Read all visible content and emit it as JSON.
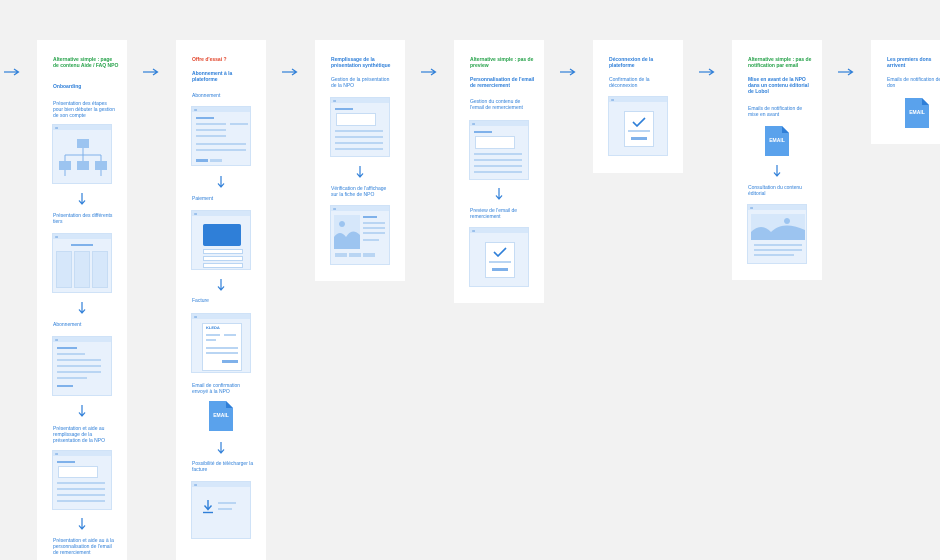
{
  "columns": [
    {
      "alt_title": "Alternative simple : page de contenu Aide / FAQ NPO",
      "heading": "Onboarding",
      "steps": [
        "Présentation des étapes pour bien débuter la gestion de son compte",
        "Présentation des différents tiers",
        "Abonnement",
        "Présentation et aide au remplissage de la présentation de la NPO",
        "Présentation et aide au à la personnalisation de l'email de remerciement"
      ]
    },
    {
      "offer": "Offre d'essai ?",
      "heading": "Abonnement à la plateforme",
      "steps": [
        "Abonnement",
        "Paiement",
        "Facture",
        "Email de confirmation envoyé à la NPO",
        "Possibilité de télécharger la facture"
      ],
      "invoice_logo": "KLEDA",
      "email_label": "EMAIL"
    },
    {
      "heading": "Remplissage de la présentation synthétique",
      "steps": [
        "Gestion de la présentation de la NPO",
        "Vérification de l'affichage sur la fiche de NPO"
      ]
    },
    {
      "alt_title": "Alternative simple : pas de preview",
      "heading": "Personnalisation de l'email de remerciement",
      "steps": [
        "Gestion du contenu de l'email de remerciement",
        "Preview de l'email de remerciement"
      ]
    },
    {
      "heading": "Déconnexion de la plateforme",
      "steps": [
        "Confirmation de la déconnexion"
      ]
    },
    {
      "alt_title": "Alternative simple : pas de notification par email",
      "heading": "Mise en avant de la NPO dans un contenu éditorial de Lobol",
      "steps": [
        "Emails de notification de mise en avant",
        "Consultation du contenu éditorial"
      ],
      "email_label": "EMAIL"
    },
    {
      "heading": "Les premiers dons arrivent",
      "steps": [
        "Emails de notification de don"
      ],
      "email_label": "EMAIL"
    }
  ],
  "colors": {
    "background": "#f2f2f2",
    "card": "#ffffff",
    "blue": "#2f7fd8",
    "green": "#26a24a",
    "red": "#e2452b",
    "wireframe": "#e8f1fc"
  },
  "icons": [
    "arrow-right-icon",
    "arrow-down-icon",
    "email-icon",
    "check-icon",
    "download-icon",
    "dots-icon"
  ]
}
